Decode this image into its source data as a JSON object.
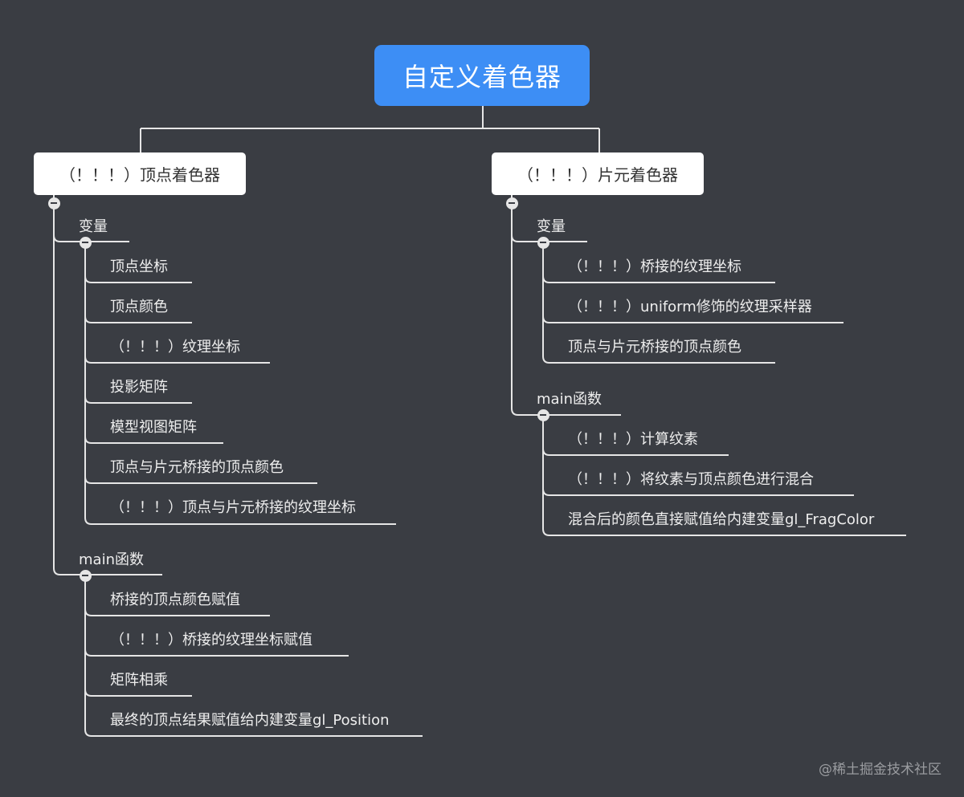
{
  "root": {
    "label": "自定义着色器"
  },
  "vertex": {
    "label": "（！！！）顶点着色器",
    "variables": {
      "label": "变量",
      "items": [
        "顶点坐标",
        "顶点颜色",
        "（！！！）纹理坐标",
        "投影矩阵",
        "模型视图矩阵",
        "顶点与片元桥接的顶点颜色",
        "（！！！）顶点与片元桥接的纹理坐标"
      ]
    },
    "main": {
      "label": "main函数",
      "items": [
        "桥接的顶点颜色赋值",
        "（！！！）桥接的纹理坐标赋值",
        "矩阵相乘",
        "最终的顶点结果赋值给内建变量gl_Position"
      ]
    }
  },
  "fragment": {
    "label": "（！！！）片元着色器",
    "variables": {
      "label": "变量",
      "items": [
        "（！！！）桥接的纹理坐标",
        "（！！！）uniform修饰的纹理采样器",
        "顶点与片元桥接的顶点颜色"
      ]
    },
    "main": {
      "label": "main函数",
      "items": [
        "（！！！）计算纹素",
        "（！！！）将纹素与顶点颜色进行混合",
        "混合后的颜色直接赋值给内建变量gl_FragColor"
      ]
    }
  },
  "watermark": "@稀土掘金技术社区",
  "colors": {
    "background": "#3a3d43",
    "root": "#3d8ef5",
    "line": "#e6e6e6"
  },
  "icons": [
    "collapse-icon"
  ]
}
